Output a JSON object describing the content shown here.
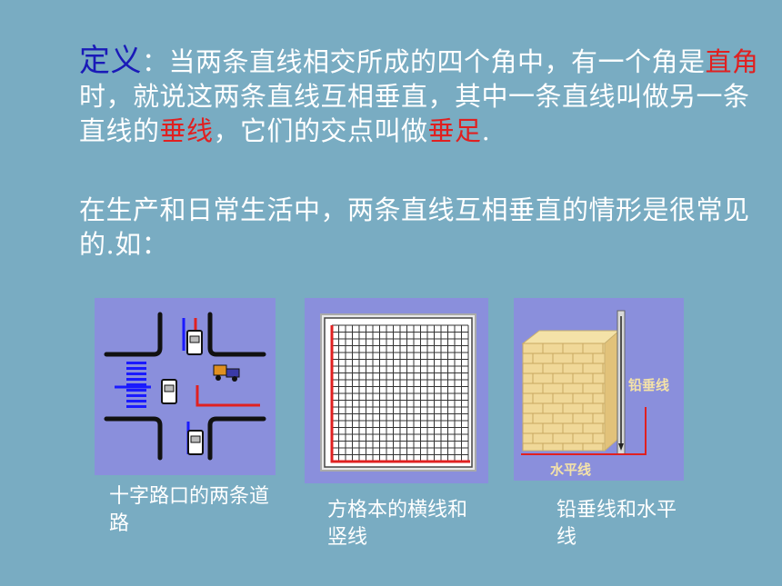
{
  "definition": {
    "term": "定义",
    "colon": "：",
    "text_a": "当两条直线相交所成的四个角中，有一个角是",
    "right_angle": "直角",
    "text_b": "时，就说这两条直线互相垂直，其中一条直线叫做另一条直线的",
    "perpendicular": "垂线",
    "text_c": "，它们的交点叫做",
    "foot": "垂足",
    "text_d": "."
  },
  "example_intro": "在生产和日常生活中，两条直线互相垂直的情形是很常见的.如：",
  "examples": [
    {
      "caption": "十字路口的两条道路",
      "icon": "crossroad-illustration"
    },
    {
      "caption": "方格本的横线和竖线",
      "icon": "grid-notebook-illustration"
    },
    {
      "caption": "铅垂线和水平线",
      "icon": "plumb-line-wall-illustration",
      "label_vertical": "铅垂线",
      "label_horizontal": "水平线"
    }
  ],
  "colors": {
    "background": "#79acc2",
    "term": "#1a1ab8",
    "highlight": "#e02020",
    "panel": "#8a8fdc"
  }
}
